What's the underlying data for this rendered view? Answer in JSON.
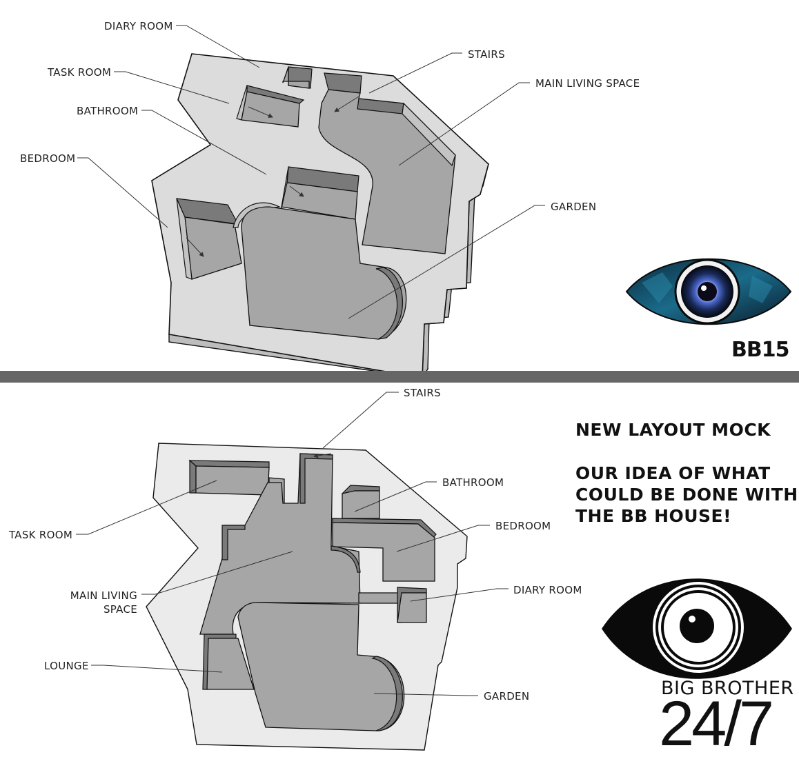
{
  "top_plan": {
    "labels": {
      "diary_room": "DIARY ROOM",
      "task_room": "TASK ROOM",
      "bathroom": "BATHROOM",
      "bedroom": "BEDROOM",
      "stairs": "STAIRS",
      "main_living_space": "MAIN LIVING SPACE",
      "garden": "GARDEN"
    },
    "logo_text": "BB15"
  },
  "bottom_plan": {
    "labels": {
      "stairs": "STAIRS",
      "bathroom": "BATHROOM",
      "bedroom": "BEDROOM",
      "diary_room": "DIARY ROOM",
      "task_room": "TASK ROOM",
      "main_living_space_line1": "MAIN LIVING",
      "main_living_space_line2": "SPACE",
      "lounge": "LOUNGE",
      "garden": "GARDEN"
    }
  },
  "heading": {
    "line1": "NEW LAYOUT MOCK",
    "line2": "OUR IDEA OF WHAT",
    "line3": "COULD BE DONE WITH",
    "line4": "THE BB HOUSE!"
  },
  "logo_bottom": {
    "line1": "BIG BROTHER",
    "line2": "24/7"
  },
  "colors": {
    "divider": "#666666",
    "floor": "#a6a6a6",
    "slab": "#dcdcdc"
  }
}
